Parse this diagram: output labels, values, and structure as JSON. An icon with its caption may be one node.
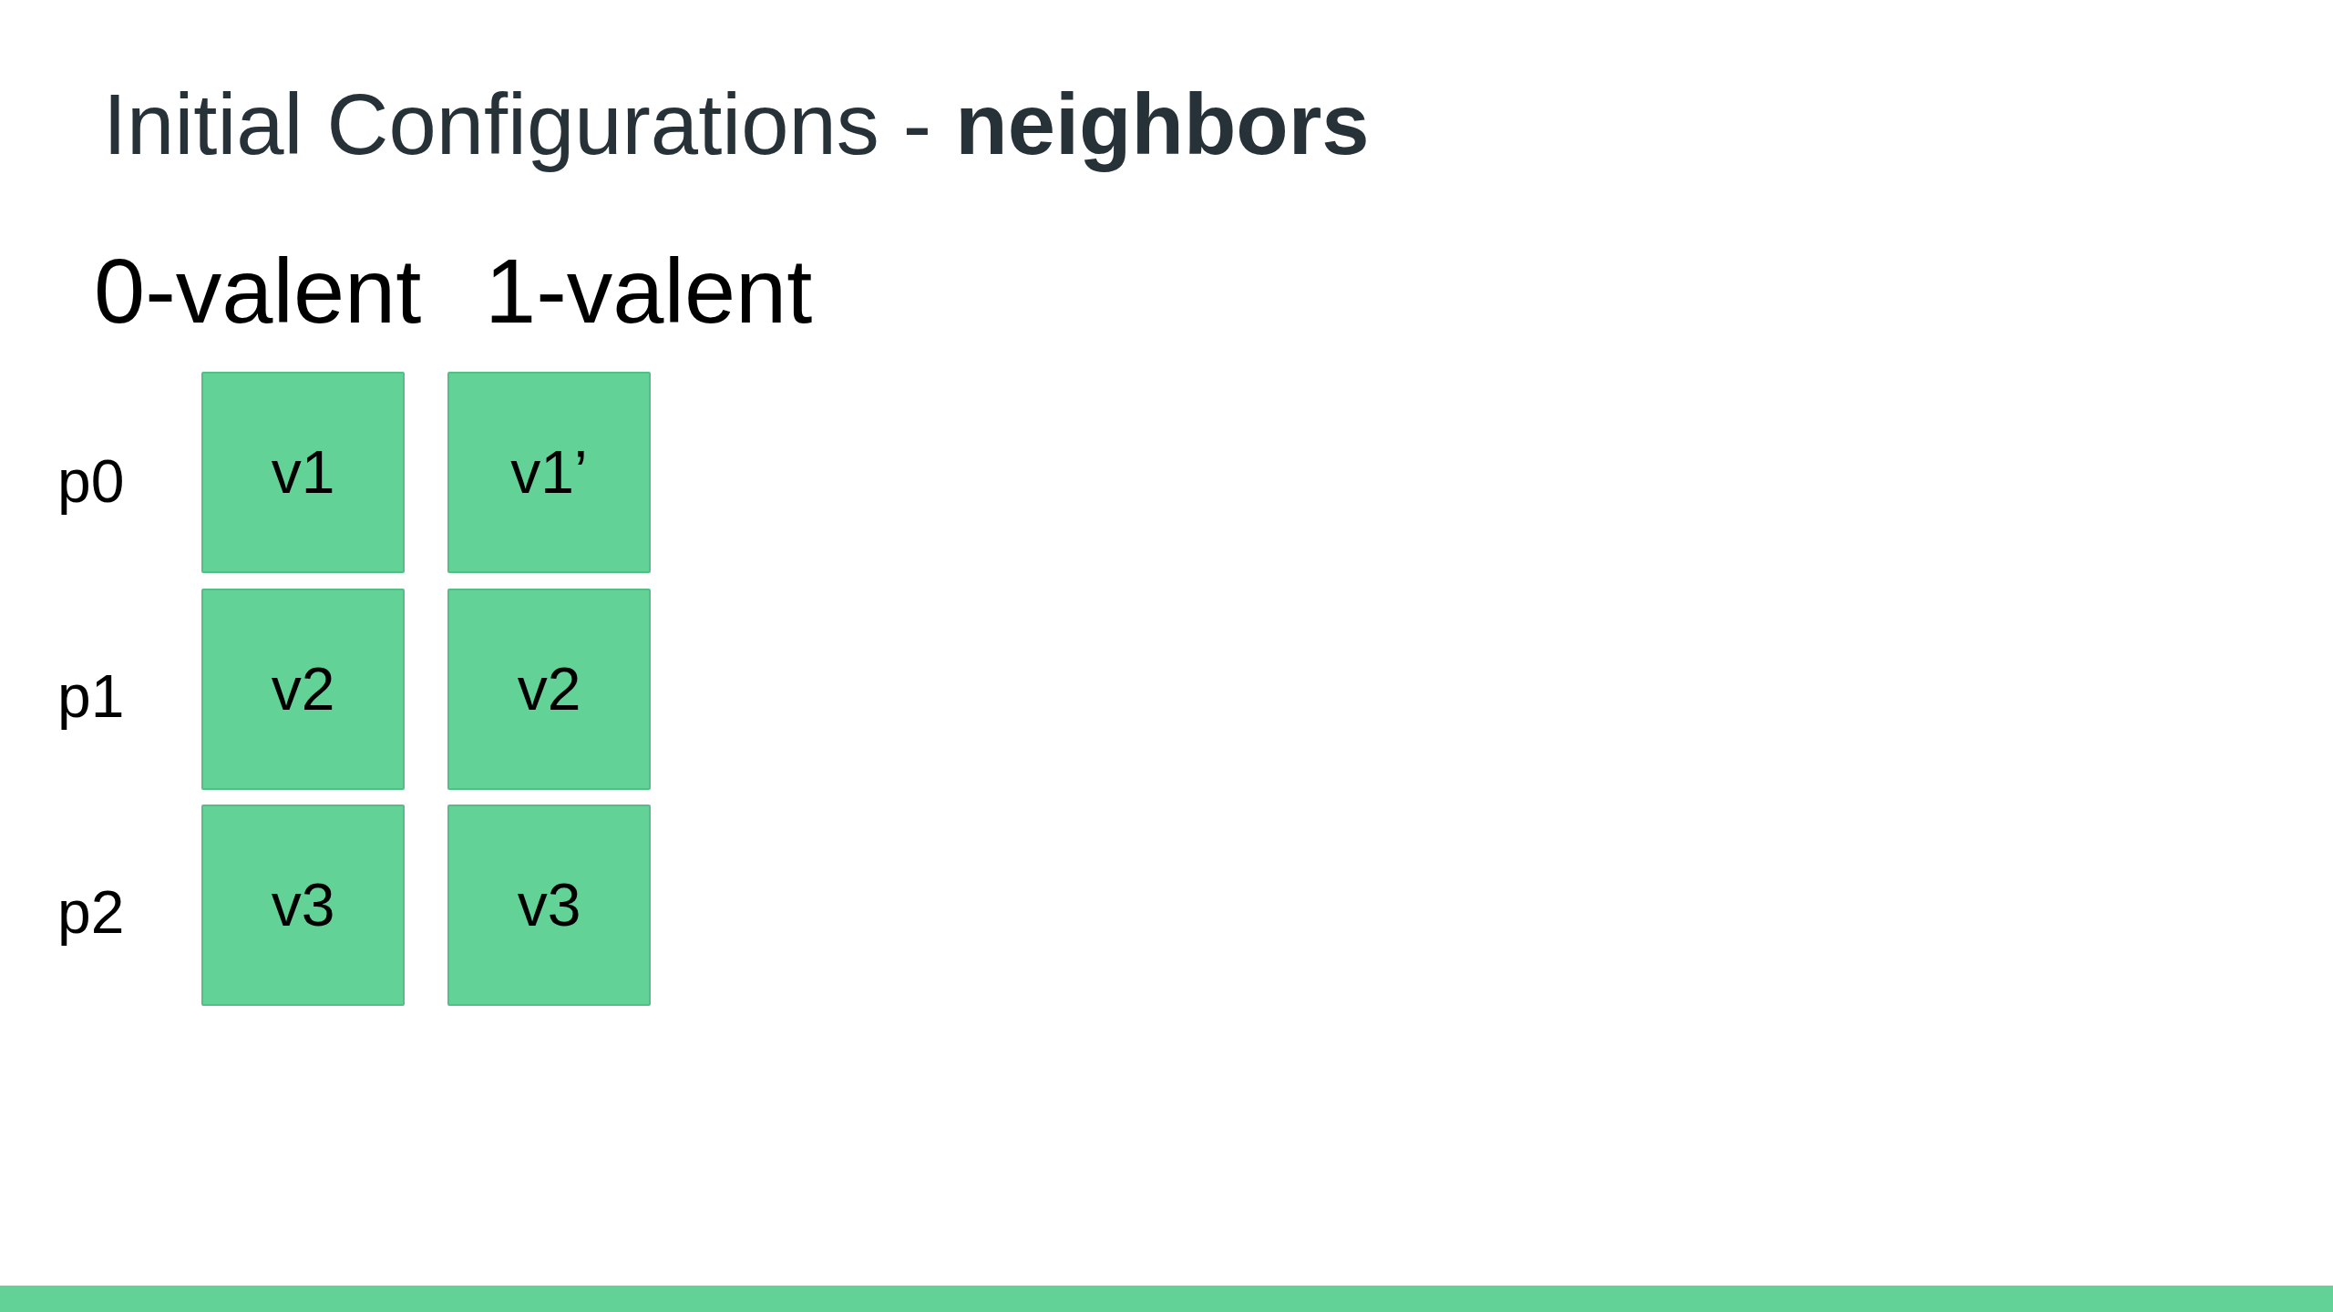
{
  "diagram": {
    "title": "Initial Configurations - **neighbors**",
    "nodes": [
      {
        "text": [
          "v1"
        ]
      },
      {
        "text": [
          "v1’"
        ]
      },
      {
        "text": [
          "v2"
        ]
      },
      {
        "text": [
          "v2"
        ]
      },
      {
        "text": [
          "v3"
        ]
      },
      {
        "text": [
          "v3"
        ]
      }
    ],
    "labels": [
      "0-valent",
      "1-valent",
      "p0",
      "p1",
      "p2"
    ]
  }
}
